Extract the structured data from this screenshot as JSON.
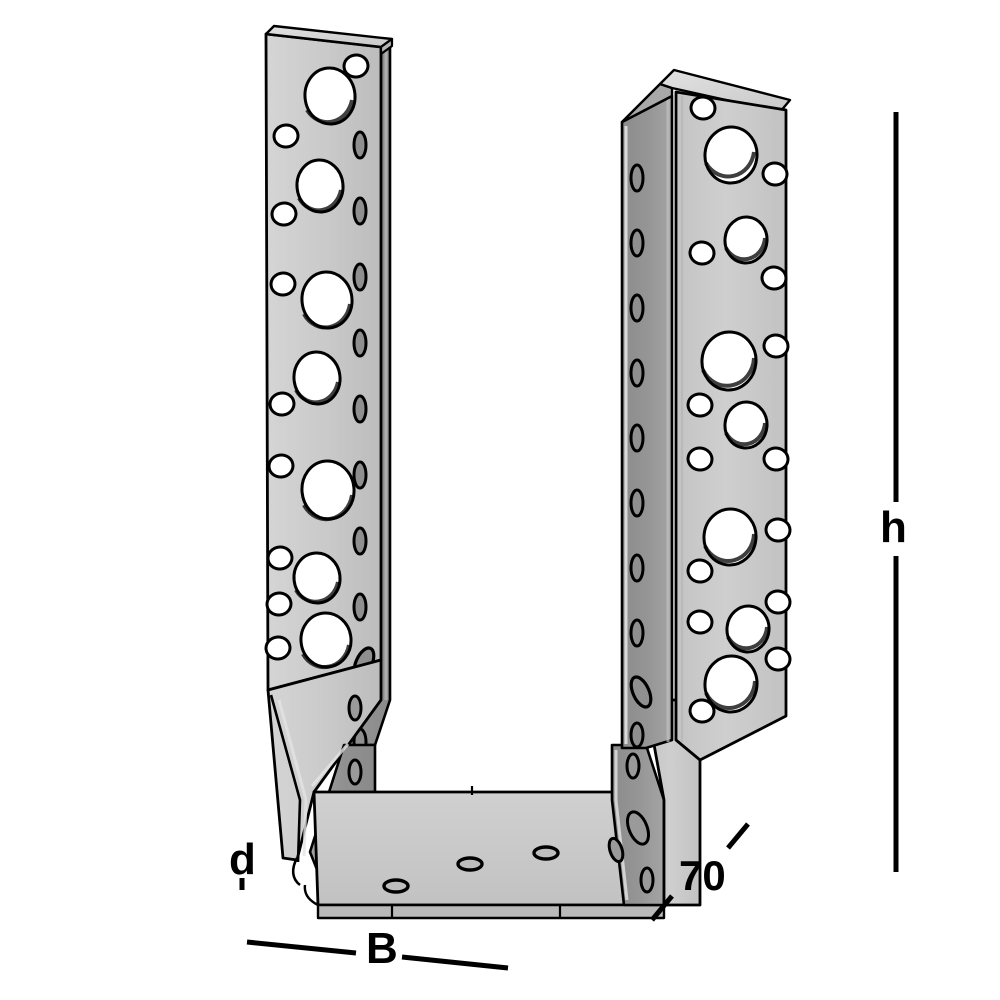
{
  "drawing": {
    "title": "Joist hanger technical drawing",
    "view": "isometric",
    "background_color": "#ffffff",
    "line_color": "#000000",
    "colors": {
      "face_light": "#c9c9c9",
      "face_light_2": "#d2d2d2",
      "face_mid": "#bdbdbd",
      "face_dark": "#8f8f8f",
      "face_dark_2": "#9a9a9a",
      "edge_highlight": "#e8e8e8",
      "hole_fill": "#ffffff",
      "hole_fill_dark": "#8f8f8f",
      "seat_fill": "#c6c6c6",
      "outline": "#000000"
    }
  },
  "dimensions": {
    "height": {
      "name": "h",
      "label": "h",
      "orientation": "vertical",
      "position": "right"
    },
    "width": {
      "name": "B",
      "label": "B",
      "orientation": "horizontal",
      "position": "bottom"
    },
    "thickness": {
      "name": "d",
      "label": "d",
      "orientation": "vertical",
      "position": "bottom-left"
    },
    "depth": {
      "name": "70",
      "label": "70",
      "orientation": "diagonal",
      "position": "bottom-right"
    }
  },
  "part": {
    "type": "U-shaped beam/joist hanger",
    "left_flange": {
      "face_large_holes": 7,
      "face_small_holes": 8,
      "side_oval_holes": 9
    },
    "right_flange": {
      "face_large_holes": 7,
      "face_small_holes": 12,
      "side_oval_holes": 9
    },
    "seat": {
      "holes": 3
    }
  }
}
